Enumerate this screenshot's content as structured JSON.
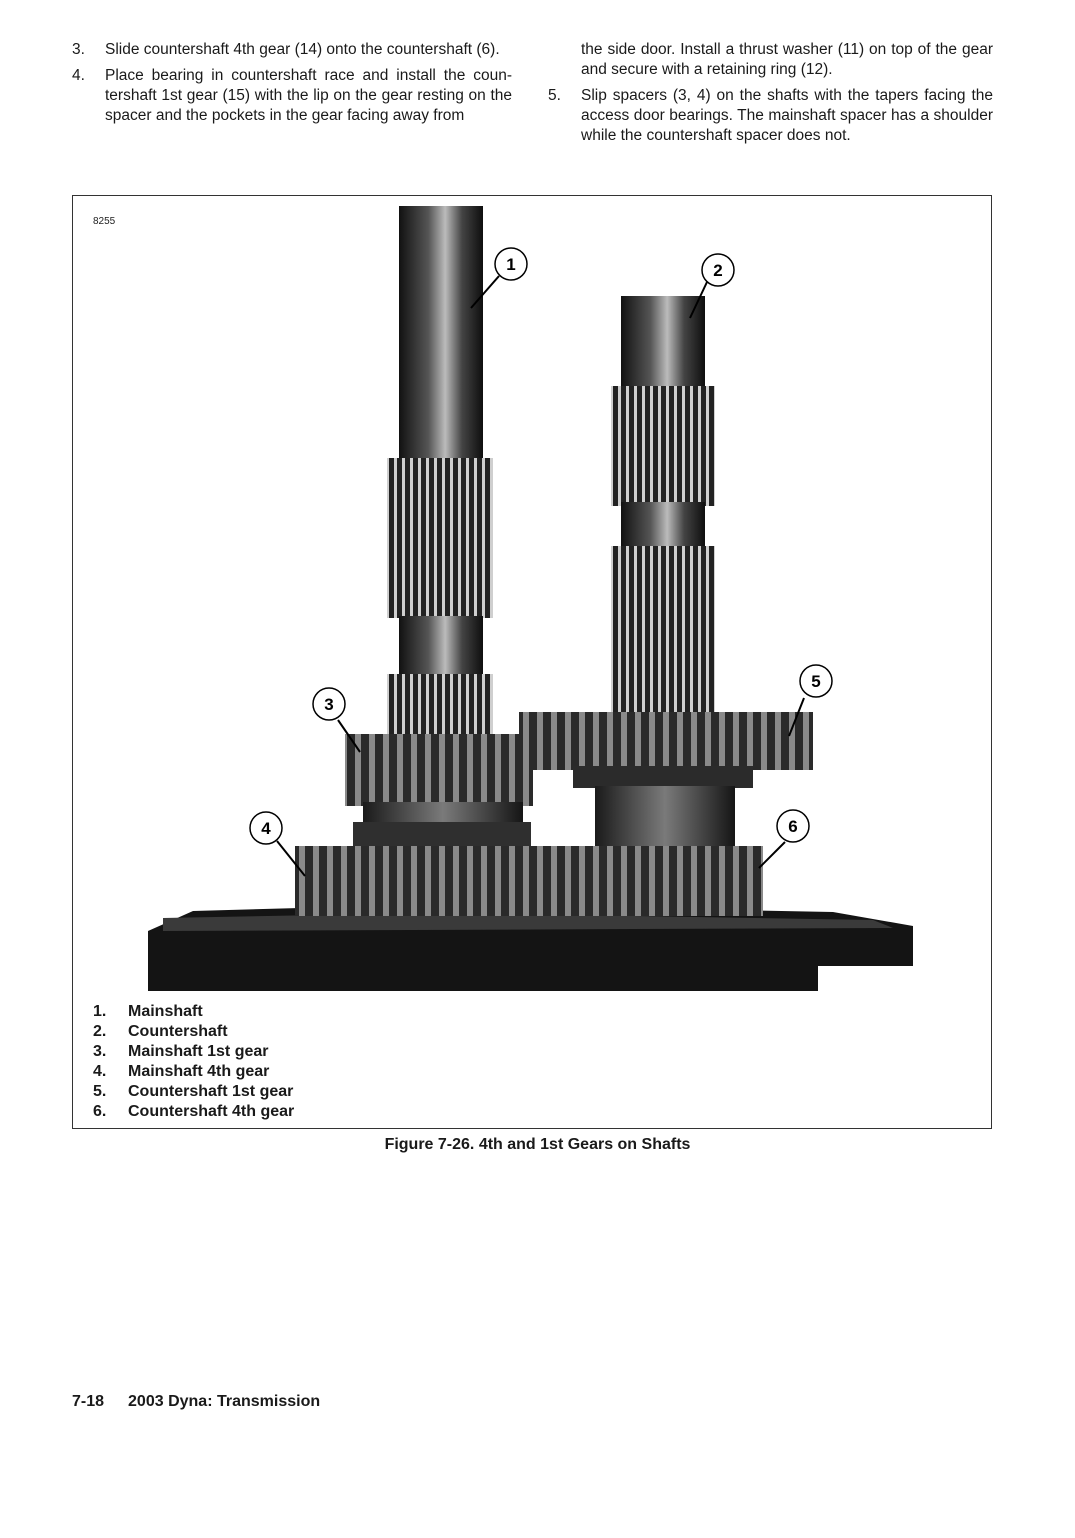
{
  "left_column": {
    "steps": [
      {
        "num": "3.",
        "text": "Slide countershaft 4th gear (14) onto the countershaft (6)."
      },
      {
        "num": "4.",
        "text": "Place bearing in countershaft race and install the coun-tershaft 1st gear (15) with the lip on the gear resting on the spacer and the pockets in the gear facing away from"
      }
    ]
  },
  "right_column": {
    "continuation": "the side door. Install a thrust washer (11) on top of the gear and secure with a retaining ring (12).",
    "steps": [
      {
        "num": "5.",
        "text": "Slip spacers (3, 4) on the shafts with the tapers facing the access door bearings. The mainshaft spacer has a shoulder while the countershaft spacer does not."
      }
    ]
  },
  "figure": {
    "id": "8255",
    "callouts": [
      "1",
      "2",
      "3",
      "4",
      "5",
      "6"
    ],
    "legend": [
      {
        "num": "1.",
        "label": "Mainshaft"
      },
      {
        "num": "2.",
        "label": "Countershaft"
      },
      {
        "num": "3.",
        "label": "Mainshaft 1st gear"
      },
      {
        "num": "4.",
        "label": "Mainshaft 4th gear"
      },
      {
        "num": "5.",
        "label": "Countershaft 1st gear"
      },
      {
        "num": "6.",
        "label": "Countershaft 4th gear"
      }
    ],
    "caption": "Figure 7-26. 4th and 1st Gears on Shafts"
  },
  "footer": {
    "page": "7-18",
    "title": "2003 Dyna: Transmission"
  }
}
